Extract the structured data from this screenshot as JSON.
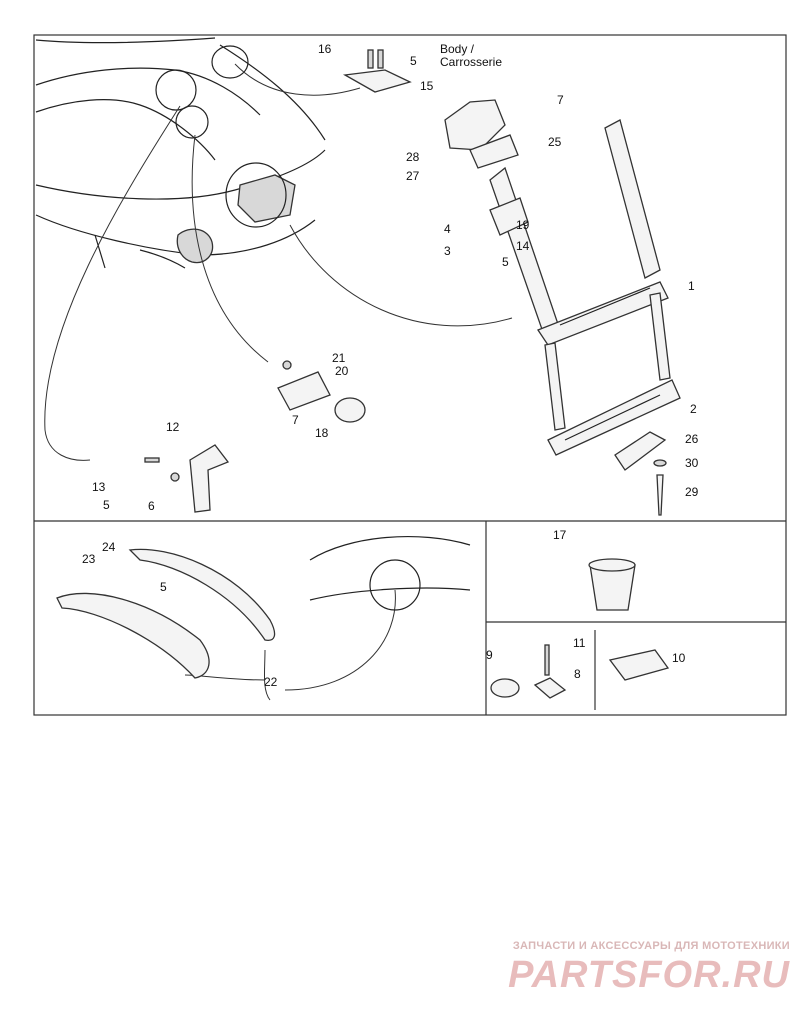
{
  "section_label": {
    "line1": "Body /",
    "line2": "Carrosserie"
  },
  "callouts": [
    {
      "id": "c1",
      "text": "1"
    },
    {
      "id": "c2",
      "text": "2"
    },
    {
      "id": "c3",
      "text": "3"
    },
    {
      "id": "c4",
      "text": "4"
    },
    {
      "id": "c5a",
      "text": "5"
    },
    {
      "id": "c5b",
      "text": "5"
    },
    {
      "id": "c5c",
      "text": "5"
    },
    {
      "id": "c5d",
      "text": "5"
    },
    {
      "id": "c6",
      "text": "6"
    },
    {
      "id": "c7a",
      "text": "7"
    },
    {
      "id": "c7b",
      "text": "7"
    },
    {
      "id": "c8",
      "text": "8"
    },
    {
      "id": "c9",
      "text": "9"
    },
    {
      "id": "c10",
      "text": "10"
    },
    {
      "id": "c11",
      "text": "11"
    },
    {
      "id": "c12",
      "text": "12"
    },
    {
      "id": "c13",
      "text": "13"
    },
    {
      "id": "c14",
      "text": "14"
    },
    {
      "id": "c15",
      "text": "15"
    },
    {
      "id": "c16",
      "text": "16"
    },
    {
      "id": "c17",
      "text": "17"
    },
    {
      "id": "c18",
      "text": "18"
    },
    {
      "id": "c19",
      "text": "19"
    },
    {
      "id": "c20",
      "text": "20"
    },
    {
      "id": "c21",
      "text": "21"
    },
    {
      "id": "c22",
      "text": "22"
    },
    {
      "id": "c23",
      "text": "23"
    },
    {
      "id": "c24",
      "text": "24"
    },
    {
      "id": "c25",
      "text": "25"
    },
    {
      "id": "c26",
      "text": "26"
    },
    {
      "id": "c27",
      "text": "27"
    },
    {
      "id": "c28",
      "text": "28"
    },
    {
      "id": "c29",
      "text": "29"
    },
    {
      "id": "c30",
      "text": "30"
    }
  ],
  "watermark": {
    "tagline": "ЗАПЧАСТИ И АКСЕССУАРЫ ДЛЯ МОТОТЕХНИКИ",
    "brand": "PARTSFOR.RU"
  }
}
